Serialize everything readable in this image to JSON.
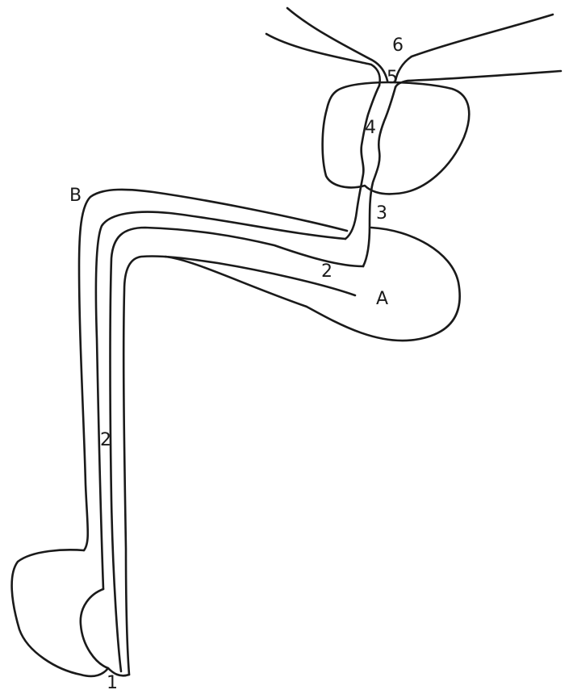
{
  "diagram": {
    "labels": {
      "one": "1",
      "two_shaft": "2",
      "two_bulb": "2",
      "three": "3",
      "four": "4",
      "five": "5",
      "six": "6",
      "a": "A",
      "b": "B"
    },
    "colors": {
      "line": "#1a1a1a",
      "background": "#ffffff"
    }
  }
}
